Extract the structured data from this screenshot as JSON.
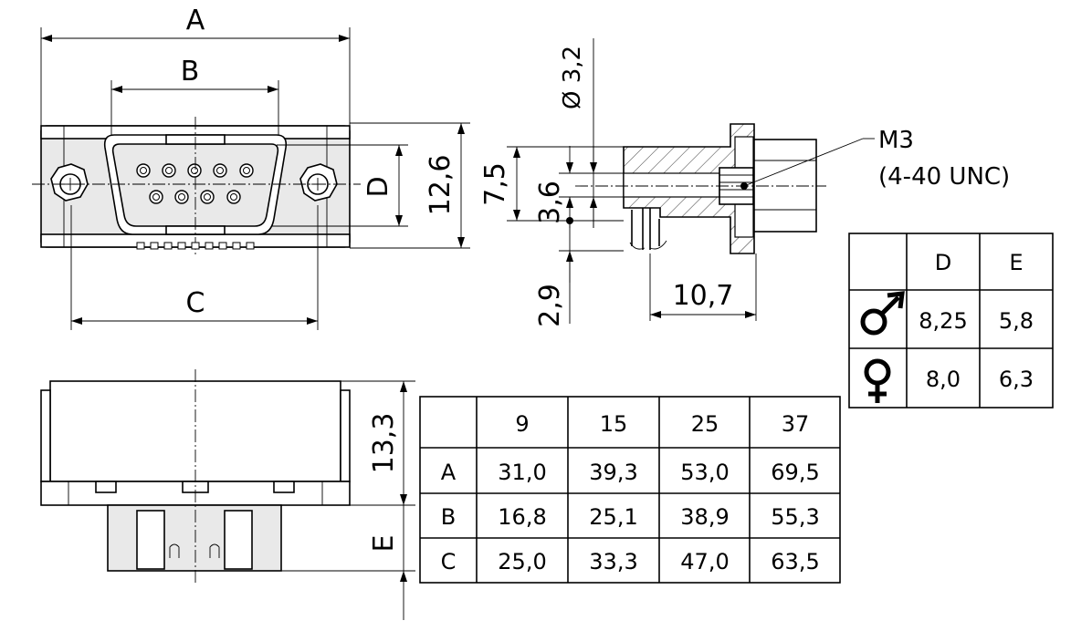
{
  "dimensions": {
    "a": "A",
    "b": "B",
    "c": "C",
    "d": "D",
    "e": "E",
    "height_12_6": "12,6",
    "height_7_5": "7,5",
    "height_3_6": "3,6",
    "height_2_9": "2,9",
    "diameter": "Ø 3,2",
    "depth_10_7": "10,7",
    "height_13_3": "13,3"
  },
  "thread": {
    "line1": "M3",
    "line2": "(4-40 UNC)"
  },
  "gender_table": {
    "headers": [
      "",
      "D",
      "E"
    ],
    "rows": [
      {
        "symbol": "male-symbol-icon",
        "d": "8,25",
        "e": "5,8"
      },
      {
        "symbol": "female-symbol-icon",
        "d": "8,0",
        "e": "6,3"
      }
    ]
  },
  "size_table": {
    "headers": [
      "",
      "9",
      "15",
      "25",
      "37"
    ],
    "rows": [
      {
        "label": "A",
        "values": [
          "31,0",
          "39,3",
          "53,0",
          "69,5"
        ]
      },
      {
        "label": "B",
        "values": [
          "16,8",
          "25,1",
          "38,9",
          "55,3"
        ]
      },
      {
        "label": "C",
        "values": [
          "25,0",
          "33,3",
          "47,0",
          "63,5"
        ]
      }
    ]
  }
}
